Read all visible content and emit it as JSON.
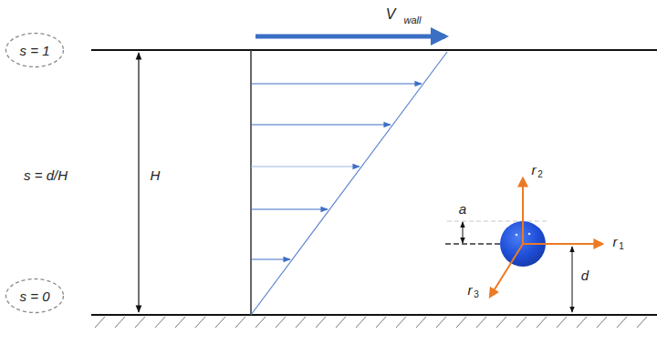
{
  "diagram": {
    "nodes": [
      {
        "text": [
          "s = 1"
        ]
      },
      {
        "text": [
          "s = 0"
        ]
      }
    ],
    "labels": [
      "V",
      "wall",
      "s = d/H",
      "H",
      "a",
      "r",
      "1",
      "r",
      "2",
      "r",
      "3",
      "d"
    ]
  }
}
